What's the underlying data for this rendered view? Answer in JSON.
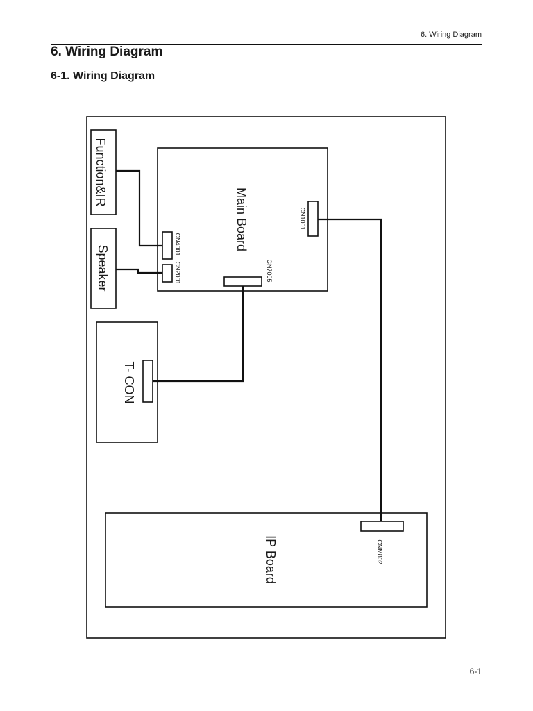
{
  "header": {
    "running_title": "6. Wiring Diagram",
    "page_title": "6. Wiring Diagram",
    "section_title": "6-1. Wiring Diagram"
  },
  "footer": {
    "page_number": "6-1"
  },
  "diagram": {
    "modules": {
      "function_ir": "Function&IR",
      "speaker": "Speaker",
      "main_board": "Main Board",
      "tcon": "T- CON",
      "ip_board": "IP Board"
    },
    "connectors": {
      "cn4001": "CN4001",
      "cn2001": "CN2001",
      "cn7005": "CN7005",
      "cn1001": "CN1001",
      "cnm802": "CNM802"
    }
  }
}
